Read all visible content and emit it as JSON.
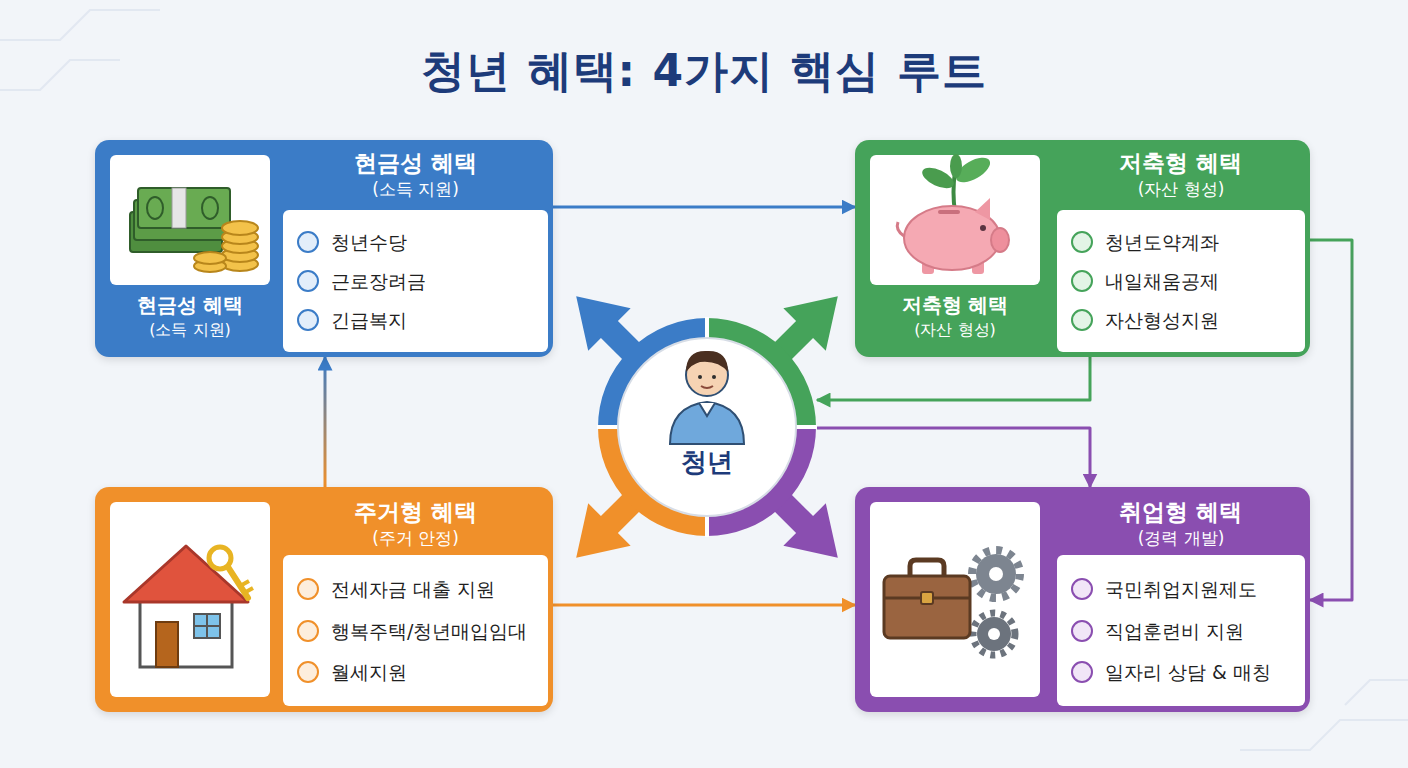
{
  "diagram": {
    "title": "청년 혜택: 4가지 핵심 루트",
    "nodes": [
      {
        "text": [
          "현금성 혜택",
          "(소득 지원)",
          "현금성 혜택",
          "(소득 지원)"
        ]
      },
      {
        "text": [
          "청년수당",
          "근로장려금",
          "긴급복지"
        ],
        "in": 0
      },
      {
        "text": [
          "저축형 혜택",
          "(자산 형성)",
          "저축형 혜택",
          "(자산 형성)"
        ]
      },
      {
        "text": [
          "청년도약계좌",
          "내일채움공제",
          "자산형성지원"
        ],
        "in": 2
      },
      {
        "text": [
          "청년"
        ]
      },
      {
        "text": [
          "주거형 혜택",
          "(주거 안정)"
        ]
      },
      {
        "text": [
          "전세자금 대출 지원",
          "행복주택/청년매입임대",
          "월세지원"
        ],
        "in": 5
      },
      {
        "text": [
          "취업형 혜택",
          "(경력 개발)"
        ]
      },
      {
        "text": [
          "국민취업지원제도",
          "직업훈련비 지원",
          "일자리 상담 & 매칭"
        ],
        "in": 7
      }
    ],
    "edges": [
      {
        "from": 0,
        "to": 2,
        "arrow": "to"
      },
      {
        "from": 2,
        "to": 4,
        "arrow": "to"
      },
      {
        "from": 2,
        "to": 7,
        "arrow": "to"
      },
      {
        "from": 4,
        "to": 7,
        "arrow": "to"
      },
      {
        "from": 5,
        "to": 0,
        "arrow": "to"
      },
      {
        "from": 5,
        "to": 7,
        "arrow": "to"
      }
    ]
  }
}
